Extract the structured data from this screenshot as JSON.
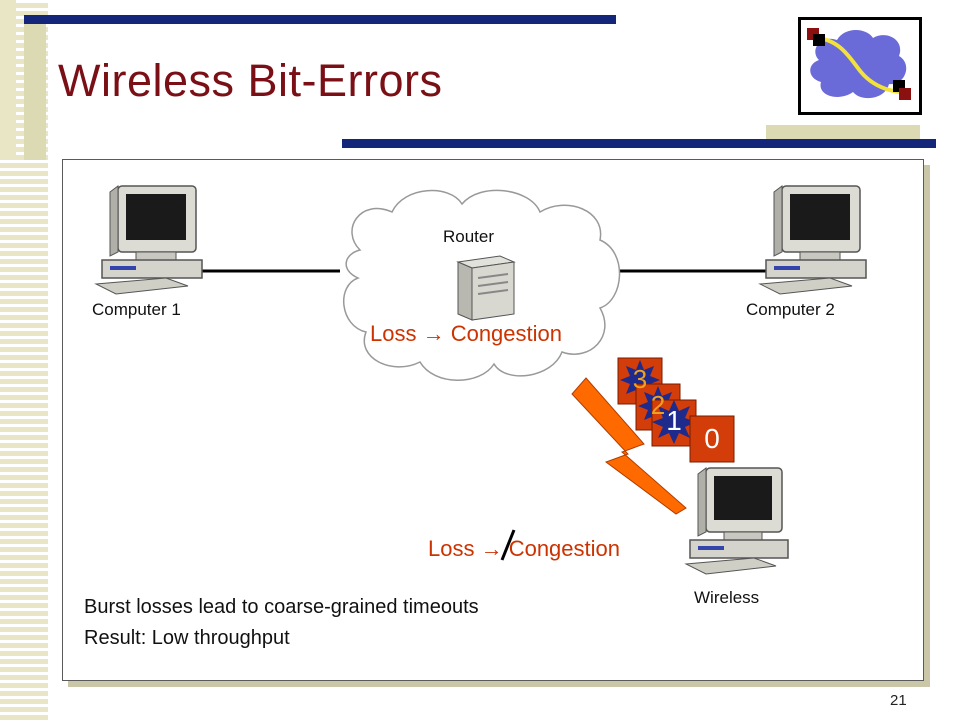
{
  "slide": {
    "title": "Wireless Bit-Errors",
    "number": "21"
  },
  "diagram": {
    "computer1_label": "Computer 1",
    "computer2_label": "Computer 2",
    "router_label": "Router",
    "wireless_label": "Wireless",
    "router_rule": "Loss → Congestion",
    "wireless_rule": "Loss → Congestion",
    "packets": [
      "3",
      "2",
      "1",
      "0"
    ]
  },
  "notes": {
    "line1": "Burst losses lead to coarse-grained timeouts",
    "line2": "Result: Low throughput"
  },
  "colors": {
    "title": "#7a1016",
    "accent_bar": "#14267a",
    "stripe": "#e8e6c4",
    "loss_text": "#cc3300",
    "packet": "#d23d09",
    "burst": "#1e2a8c",
    "lightning": "#ff6a00"
  }
}
